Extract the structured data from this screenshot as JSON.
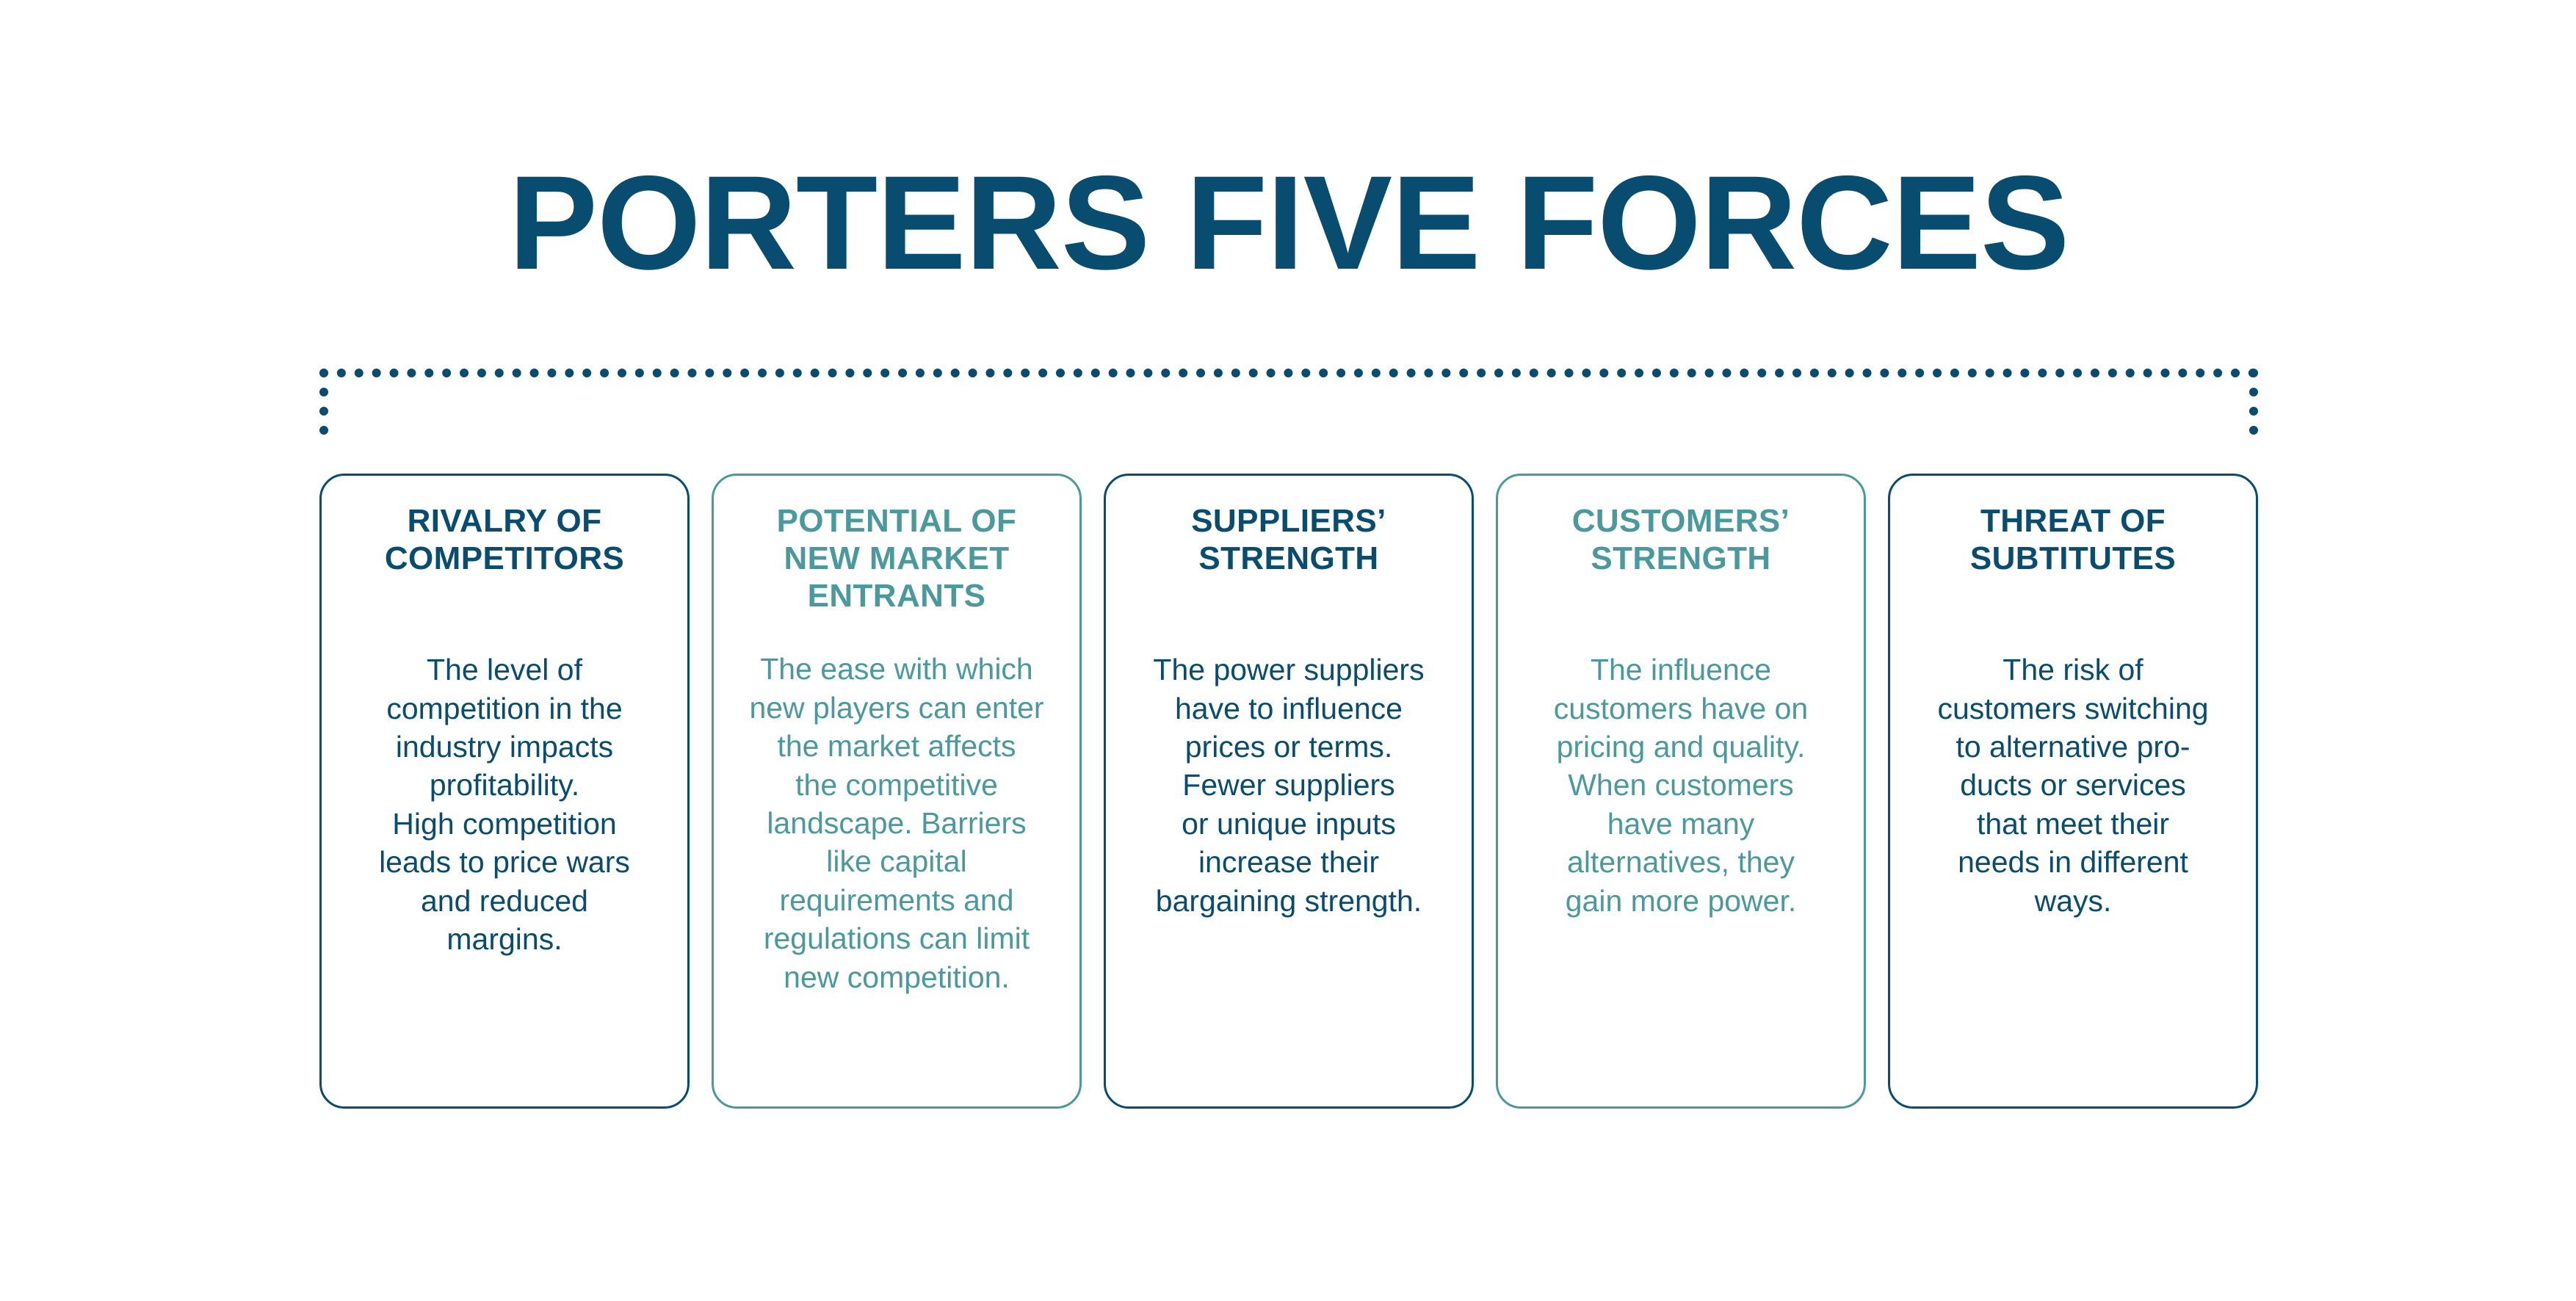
{
  "title": "PORTERS FIVE FORCES",
  "colors": {
    "navy": "#084C70",
    "teal": "#4A9A9D",
    "background": "#FFFFFF"
  },
  "cards": [
    {
      "heading": "RIVALRY OF\nCOMPETITORS",
      "body": "The level of\ncompetition in the\nindustry impacts\nprofitability.\nHigh competition\nleads to price wars\nand reduced\nmargins.",
      "accent": "navy"
    },
    {
      "heading": "POTENTIAL OF\nNEW MARKET\nENTRANTS",
      "body": "The ease with which\nnew players can enter\nthe market affects\nthe competitive\nlandscape. Barriers\nlike capital\nrequirements and\nregulations can limit\nnew competition.",
      "accent": "teal"
    },
    {
      "heading": "SUPPLIERS’\nSTRENGTH",
      "body": "The power suppliers\nhave to influence\nprices or terms.\nFewer suppliers\nor unique inputs\nincrease their\nbargaining strength.",
      "accent": "navy"
    },
    {
      "heading": "CUSTOMERS’\nSTRENGTH",
      "body": "The influence\ncustomers have on\npricing and quality.\nWhen customers\nhave many\nalternatives, they\ngain more power.",
      "accent": "teal"
    },
    {
      "heading": "THREAT OF\nSUBTITUTES",
      "body": "The risk of\ncustomers switching\nto alternative pro-\nducts or services\nthat meet their\nneeds in different\nways.",
      "accent": "navy"
    }
  ]
}
